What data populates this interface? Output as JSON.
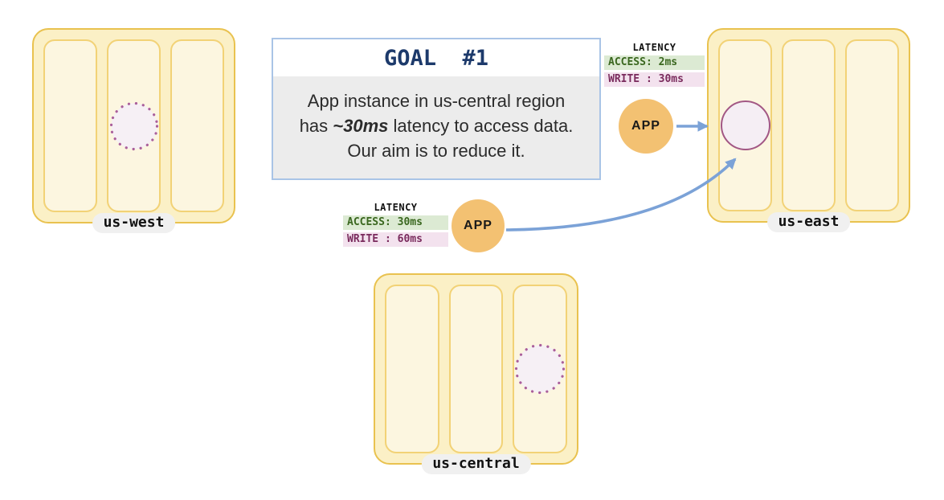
{
  "goal": {
    "title": "GOAL  #1",
    "body_line1": "App instance in us-central region",
    "body_line2_prefix": "has ",
    "body_line2_emphasis": "~30ms",
    "body_line2_suffix": " latency to access data.",
    "body_line3": "Our aim is to reduce it."
  },
  "regions": {
    "us_west": {
      "label": "us-west"
    },
    "us_east": {
      "label": "us-east"
    },
    "us_central": {
      "label": "us-central"
    }
  },
  "apps": {
    "east": {
      "label": "APP",
      "latency_title": "LATENCY",
      "access": "ACCESS: 2ms",
      "write": "WRITE : 30ms"
    },
    "central": {
      "label": "APP",
      "latency_title": "LATENCY",
      "access": "ACCESS: 30ms",
      "write": "WRITE : 60ms"
    }
  },
  "colors": {
    "region_fill": "#fbf0c6",
    "region_border": "#e9c24f",
    "zone_fill": "#fcf6e0",
    "zone_border": "#f2d276",
    "label_pill_bg": "#f0f0f0",
    "goal_border": "#a9c4e6",
    "goal_title_text": "#1d3a6b",
    "goal_body_bg": "#ececec",
    "app_circle_fill": "#f3c172",
    "latency_access_bg": "#dcead3",
    "latency_access_text": "#3a671f",
    "latency_write_bg": "#f3e2ee",
    "latency_write_text": "#7a2b5d",
    "arrow": "#7ba2d7",
    "data_circle_border": "#a25784",
    "data_circle_fill": "#f5eef4",
    "dotted_circle_border": "#aa5f9b",
    "dotted_circle_fill": "#f6f0f5"
  }
}
